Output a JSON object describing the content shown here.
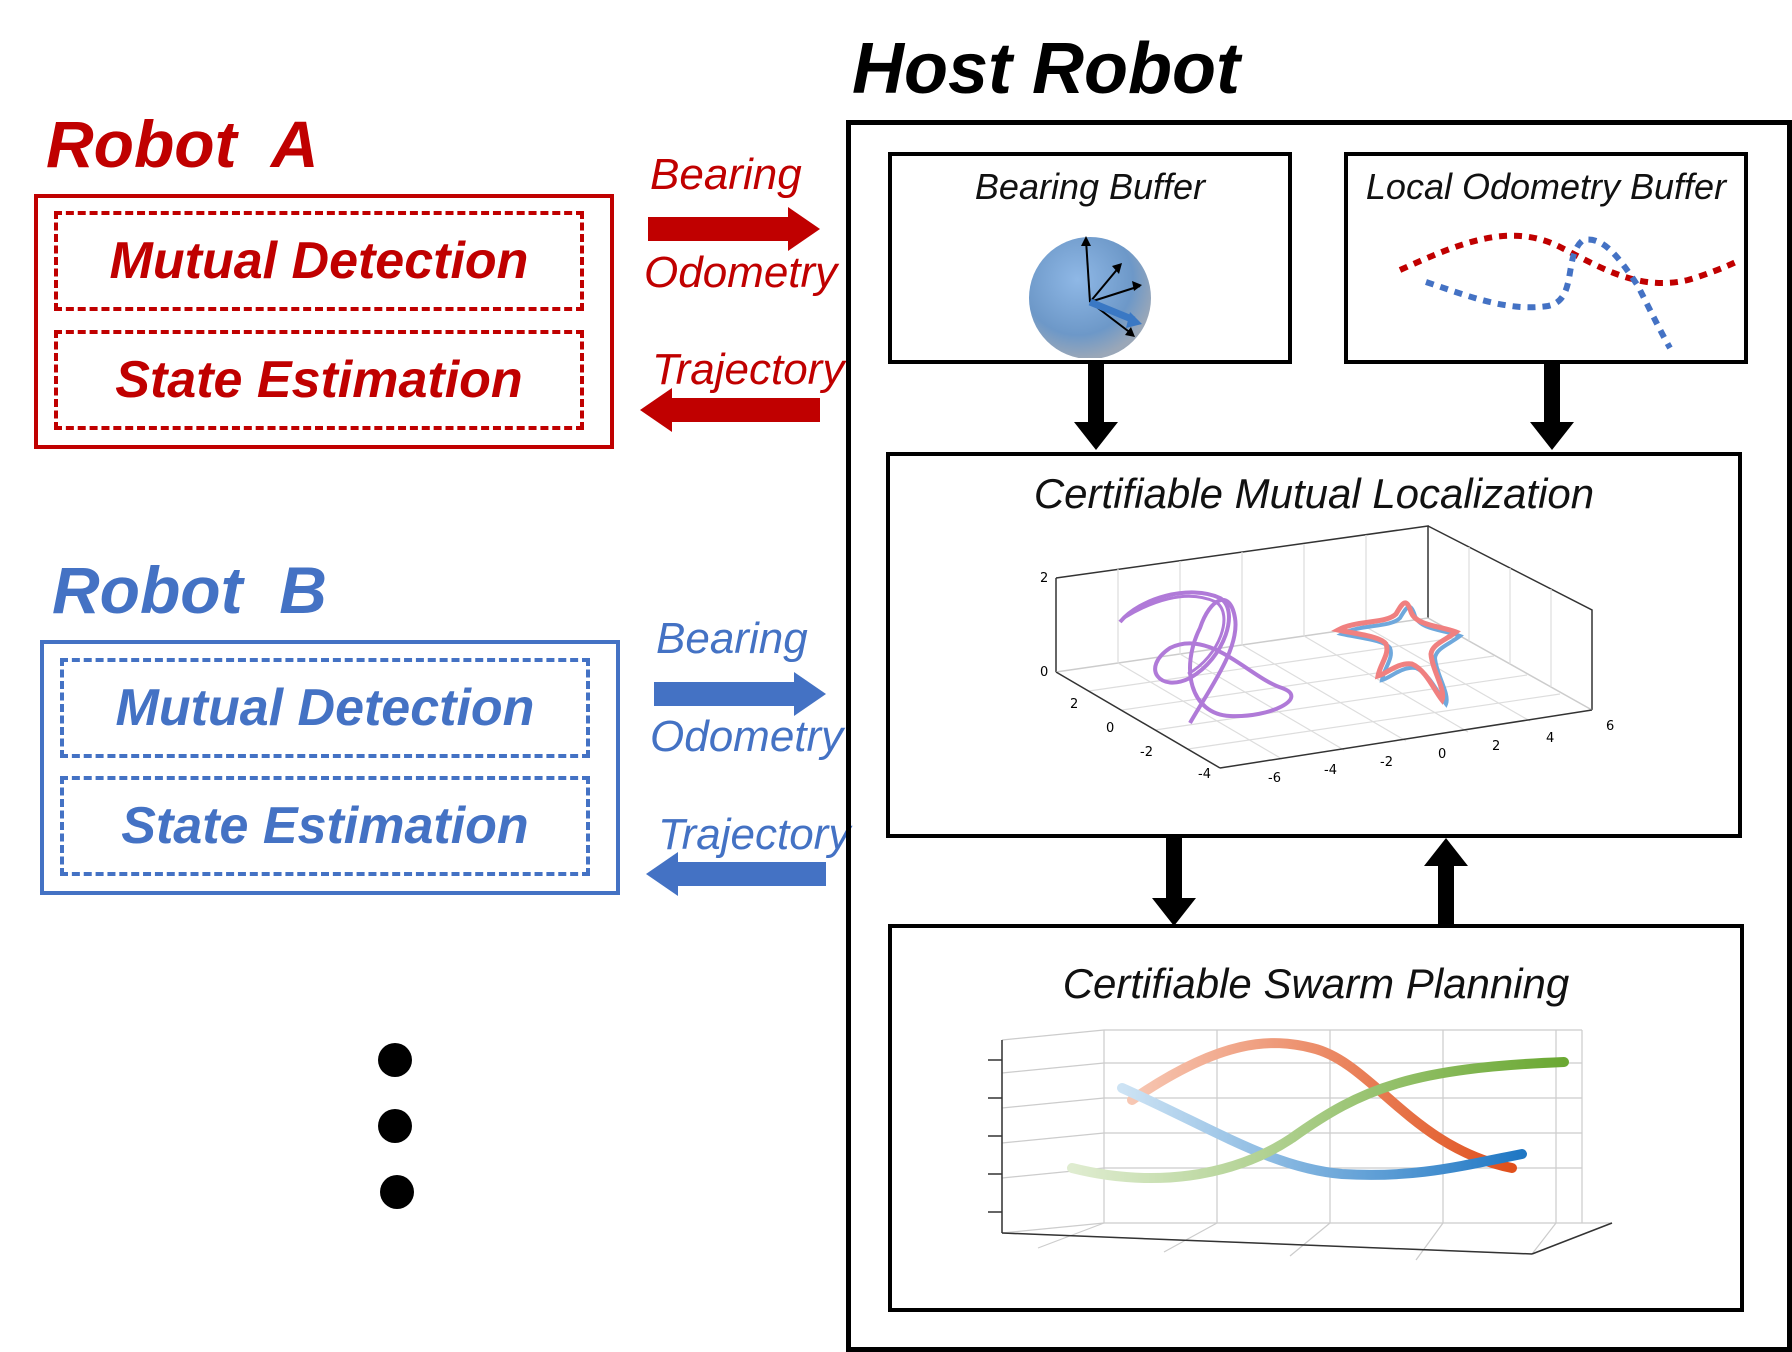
{
  "host": {
    "title": "Host Robot"
  },
  "robot_a": {
    "title": "Robot  A",
    "module1": "Mutual Detection",
    "module2": "State Estimation",
    "label_bearing": "Bearing",
    "label_odometry": "Odometry",
    "label_trajectory": "Trajectory",
    "color": "#c00000"
  },
  "robot_b": {
    "title": "Robot  B",
    "module1": "Mutual Detection",
    "module2": "State Estimation",
    "label_bearing": "Bearing",
    "label_odometry": "Odometry",
    "label_trajectory": "Trajectory",
    "color": "#4472c4"
  },
  "panels": {
    "bearing_buffer": "Bearing Buffer",
    "odometry_buffer": "Local Odometry Buffer",
    "localization": "Certifiable Mutual Localization",
    "planning": "Certifiable Swarm Planning"
  },
  "localization_plot": {
    "z_ticks": [
      "2",
      "0"
    ],
    "y_ticks": [
      "2",
      "0",
      "-2",
      "-4"
    ],
    "x_ticks": [
      "-6",
      "-4",
      "-2",
      "0",
      "2",
      "4",
      "6"
    ]
  },
  "ellipsis_icon": "vertical-ellipsis"
}
